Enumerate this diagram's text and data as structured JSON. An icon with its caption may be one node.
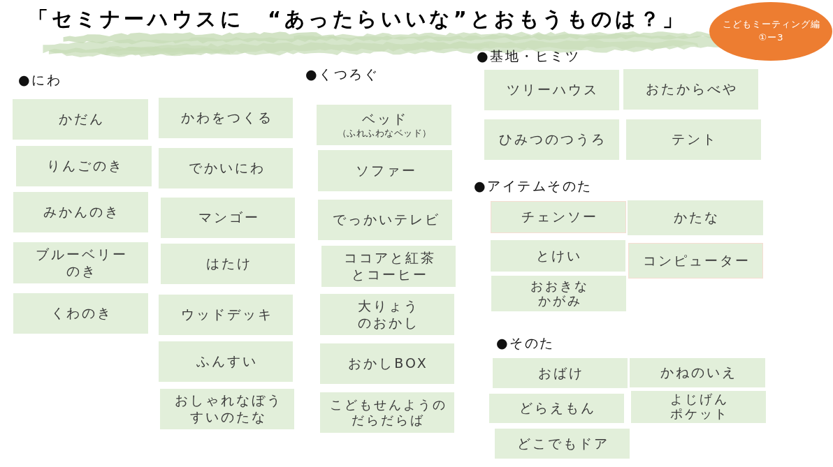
{
  "diagram": {
    "title": "「セミナーハウスに　“あったらいいな”とおもうものは？」",
    "nodes": [
      {
        "text": [
          "こどもミーティング編",
          "①ー3"
        ]
      },
      {
        "text": [
          "かだん"
        ]
      },
      {
        "text": [
          "りんごのき"
        ]
      },
      {
        "text": [
          "みかんのき"
        ]
      },
      {
        "text": [
          "ブルーベリーのき"
        ]
      },
      {
        "text": [
          "くわのき"
        ]
      },
      {
        "text": [
          "かわをつくる"
        ]
      },
      {
        "text": [
          "でかいにわ"
        ]
      },
      {
        "text": [
          "マンゴー"
        ]
      },
      {
        "text": [
          "はたけ"
        ]
      },
      {
        "text": [
          "ウッドデッキ"
        ]
      },
      {
        "text": [
          "ふんすい"
        ]
      },
      {
        "text": [
          "おしゃれなぼうすいのたな"
        ]
      },
      {
        "text": [
          "ベッド",
          "（ふれふわなベッド）"
        ]
      },
      {
        "text": [
          "ソファー"
        ]
      },
      {
        "text": [
          "でっかいテレビ"
        ]
      },
      {
        "text": [
          "ココアと紅茶とコーヒー"
        ]
      },
      {
        "text": [
          "大りょうのおかし"
        ]
      },
      {
        "text": [
          "おかしBOX"
        ]
      },
      {
        "text": [
          "こどもせんようのだらだらば"
        ]
      },
      {
        "text": [
          "ツリーハウス"
        ]
      },
      {
        "text": [
          "おたからべや"
        ]
      },
      {
        "text": [
          "ひみつのつうろ"
        ]
      },
      {
        "text": [
          "テント"
        ]
      },
      {
        "text": [
          "チェンソー"
        ]
      },
      {
        "text": [
          "かたな"
        ]
      },
      {
        "text": [
          "とけい"
        ]
      },
      {
        "text": [
          "コンピューター"
        ]
      },
      {
        "text": [
          "おおきなかがみ"
        ]
      },
      {
        "text": [
          "おばけ"
        ]
      },
      {
        "text": [
          "かねのいえ"
        ]
      },
      {
        "text": [
          "どらえもん"
        ]
      },
      {
        "text": [
          "よじげんポケット"
        ]
      },
      {
        "text": [
          "どこでもドア"
        ]
      }
    ],
    "labels": [
      "●にわ",
      "●くつろぐ",
      "●基地・ヒミツ",
      "●アイテムそのた",
      "●そのた"
    ]
  }
}
